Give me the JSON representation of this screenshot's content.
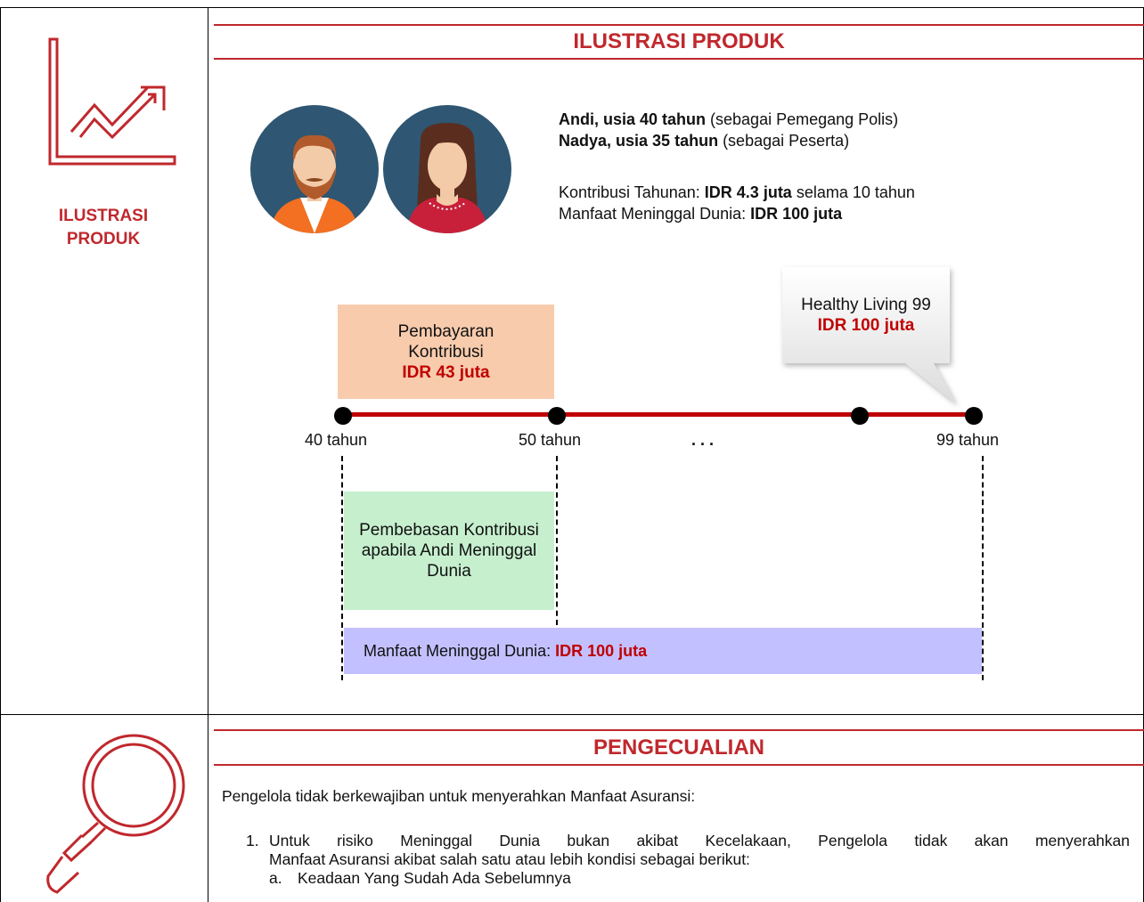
{
  "left_panel": {
    "illustration_label_line1": "ILUSTRASI",
    "illustration_label_line2": "PRODUK",
    "chart_icon": "trending-chart-icon",
    "magnifier_icon": "magnifying-glass-icon"
  },
  "illustration": {
    "title": "ILUSTRASI PRODUK",
    "line1_bold": "Andi, usia 40 tahun",
    "line1_rest": " (sebagai Pemegang Polis)",
    "line2_bold": "Nadya, usia 35 tahun",
    "line2_rest": " (sebagai Peserta)",
    "line3_pre": "Kontribusi Tahunan: ",
    "line3_bold": "IDR 4.3 juta",
    "line3_rest": " selama 10 tahun",
    "line4_pre": "Manfaat Meninggal Dunia: ",
    "line4_bold": "IDR 100 juta",
    "avatar_man": "man-avatar",
    "avatar_woman": "woman-avatar"
  },
  "timeline": {
    "payment_line1": "Pembayaran",
    "payment_line2": "Kontribusi",
    "payment_amount": "IDR 43 juta",
    "callout_title": "Healthy Living 99",
    "callout_amount": "IDR 100 juta",
    "tick_start": "40 tahun",
    "tick_mid": "50 tahun",
    "tick_ellipsis": ". . .",
    "tick_end": "99 tahun",
    "waiver_text": "Pembebasan Kontribusi apabila Andi Meninggal Dunia",
    "benefit_pre": "Manfaat Meninggal Dunia: ",
    "benefit_amount": "IDR 100 juta",
    "colors": {
      "payment_box": "#f8cbad",
      "waiver_box": "#c6efce",
      "benefit_bar": "#c3c0ff",
      "timeline_red": "#c00000"
    }
  },
  "exclusions": {
    "title": "PENGECUALIAN",
    "intro": "Pengelola tidak berkewajiban untuk menyerahkan Manfaat Asuransi:",
    "item1_number": "1.",
    "item1_text_line1": "Untuk risiko Meninggal Dunia bukan akibat Kecelakaan, Pengelola tidak akan menyerahkan",
    "item1_text_line2": "Manfaat Asuransi akibat salah satu atau lebih kondisi sebagai berikut:",
    "sub_a_letter": "a.",
    "sub_a_text": "Keadaan Yang Sudah Ada Sebelumnya"
  }
}
